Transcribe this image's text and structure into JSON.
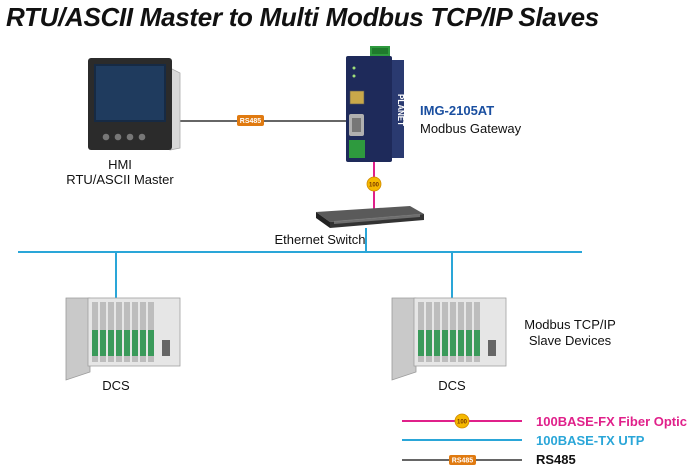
{
  "title": "RTU/ASCII Master to Multi Modbus TCP/IP Slaves",
  "hmi": {
    "name": "HMI",
    "role": "RTU/ASCII Master"
  },
  "gateway": {
    "model": "IMG-2105AT",
    "description": "Modbus Gateway"
  },
  "switch": {
    "label": "Ethernet Switch"
  },
  "slaves": {
    "label_line1": "Modbus TCP/IP",
    "label_line2": "Slave Devices"
  },
  "dcs": [
    {
      "label": "DCS"
    },
    {
      "label": "DCS"
    }
  ],
  "badges": {
    "fiber": "100",
    "rs485": "RS485"
  },
  "legend": [
    {
      "text": "100BASE-FX Fiber Optic",
      "badge": "100"
    },
    {
      "text": "100BASE-TX UTP"
    },
    {
      "text": "RS485",
      "badge": "RS485"
    }
  ],
  "colors": {
    "fiber": "#e0208a",
    "utp": "#2aa6d8",
    "rs485": "#333333",
    "badge_fiber": "#f5b800",
    "badge_rs485": "#e07a10",
    "gateway_body": "#1e2a5a"
  }
}
